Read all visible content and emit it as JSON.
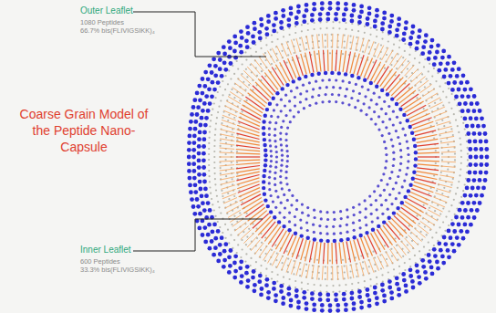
{
  "diagram": {
    "title": "Coarse Grain Model of the Peptide Nano-Capsule",
    "labels": [
      "Outer Leaflet",
      "1080 Peptides",
      "66.7% bis(FLIVIGSIKK)₄",
      "Inner Leaflet",
      "600 Peptides",
      "33.3% bis(FLIVIGSIKK)₄"
    ]
  }
}
